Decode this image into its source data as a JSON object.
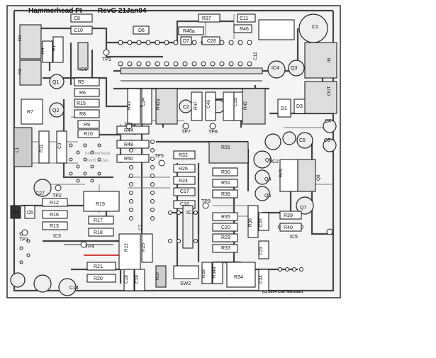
{
  "board": {
    "title": "Hammerhead PI",
    "revision": "RevG 21Jan04",
    "copyright": "(c) 2004 Carl Morelant",
    "mirror_text": [
      "hammerhead",
      "RevG 21Jan"
    ]
  },
  "resistors": [
    "R37",
    "R46a",
    "R46",
    "R2",
    "R4",
    "R1",
    "R3",
    "R5",
    "R6",
    "R15",
    "R8",
    "R7",
    "R9",
    "R10",
    "R11",
    "R44",
    "R48",
    "R50",
    "R43",
    "R42a",
    "R47",
    "R45",
    "R31",
    "R32",
    "R26",
    "R24",
    "R30",
    "R51",
    "R36",
    "R12",
    "R16",
    "R13",
    "R17",
    "R18",
    "R19",
    "R25",
    "R21",
    "R20",
    "R22",
    "R27",
    "R28",
    "R34b",
    "R34",
    "R35",
    "R29",
    "R33",
    "R38",
    "R39",
    "R40",
    "R41"
  ],
  "capacitors": [
    "C11",
    "C8",
    "C10",
    "C26",
    "C1",
    "C12",
    "C34",
    "C2",
    "C46",
    "C35",
    "C4",
    "C3",
    "C6",
    "C5",
    "C27",
    "C17",
    "C16",
    "C7",
    "C20",
    "C22",
    "C23",
    "C24",
    "C18",
    "C19",
    "C14"
  ],
  "ics": [
    "IC6",
    "IC4",
    "IC5",
    "IC1",
    "IC2",
    "IC3"
  ],
  "transistors": [
    "Q1",
    "Q2",
    "Q3",
    "Q4",
    "Q5",
    "Q6",
    "Q7",
    "Q8"
  ],
  "diodes": [
    "D6",
    "D7",
    "D1",
    "D4",
    "D5",
    "D3"
  ],
  "test_points": [
    "TP1",
    "TP2",
    "TP3",
    "TP4",
    "TP5",
    "TP6",
    "TP7",
    "TP8",
    "TP9"
  ],
  "misc": [
    "L1",
    "SW2",
    "IN",
    "OUT"
  ]
}
